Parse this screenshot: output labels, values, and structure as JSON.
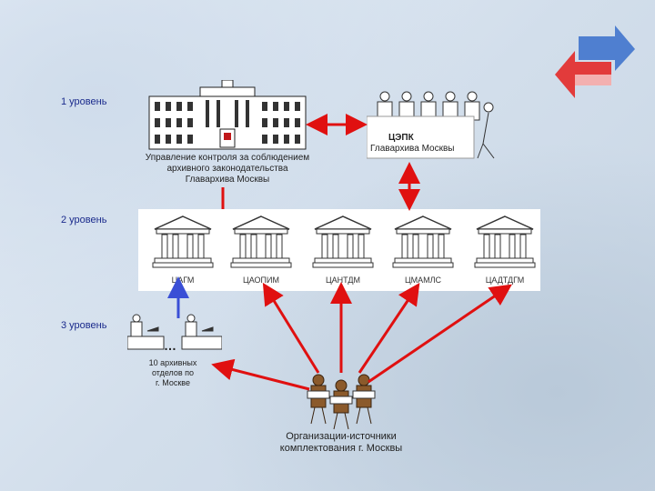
{
  "levels": {
    "level1": "1 уровень",
    "level2": "2 уровень",
    "level3": "3 уровень"
  },
  "top_left_caption": [
    "Управление контроля за соблюдением",
    "архивного законодательства",
    "Главархива Москвы"
  ],
  "cepk": {
    "title": "ЦЭПК",
    "subtitle": "Главархива Москвы"
  },
  "institutions": [
    "ЦАГМ",
    "ЦАОПИМ",
    "ЦАНТДМ",
    "ЦМАМЛС",
    "ЦАДТДГМ"
  ],
  "ellipsis": "…",
  "district_caption": [
    "10 архивных",
    "отделов по",
    "г. Москве"
  ],
  "sources_caption": [
    "Организации-источники",
    "комплектования г. Москвы"
  ],
  "colors": {
    "arrow_red": "#e01010",
    "arrow_blue": "#3a4fd6",
    "level_text": "#1a2a8c"
  }
}
